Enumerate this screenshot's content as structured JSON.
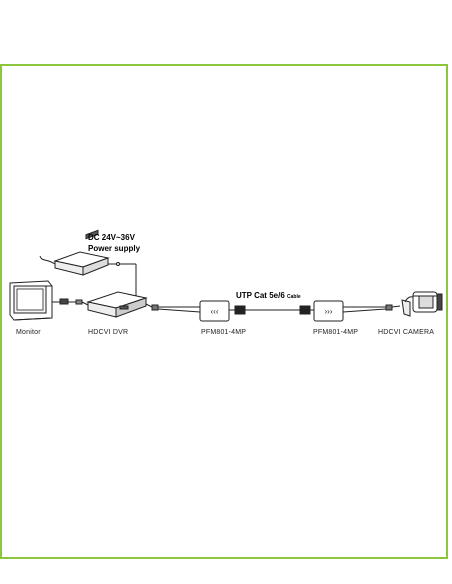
{
  "power": {
    "line1": "DC 24V~36V",
    "line2": "Power supply"
  },
  "cable": {
    "label": "UTP Cat 5e/6",
    "suffix": "Cable"
  },
  "labels": {
    "monitor": "Monitor",
    "dvr": "HDCVI DVR",
    "balun_left": "PFM801-4MP",
    "balun_right": "PFM801-4MP",
    "camera": "HDCVI CAMERA"
  },
  "colors": {
    "frame": "#8cc63f"
  }
}
